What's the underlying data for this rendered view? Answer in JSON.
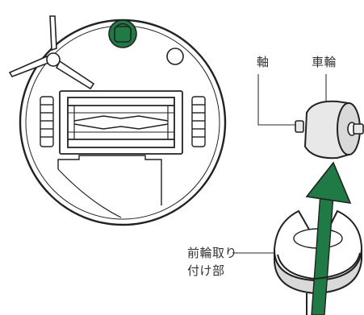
{
  "labels": {
    "axle": "軸",
    "wheel": "車輪",
    "mount_line1": "前輪取り",
    "mount_line2": "付け部"
  },
  "colors": {
    "outline": "#222222",
    "wheel_fill": "#e8e8e8",
    "arrow_green": "#1f7a45",
    "button_green": "#1f7a45",
    "leader_line": "#555555"
  }
}
